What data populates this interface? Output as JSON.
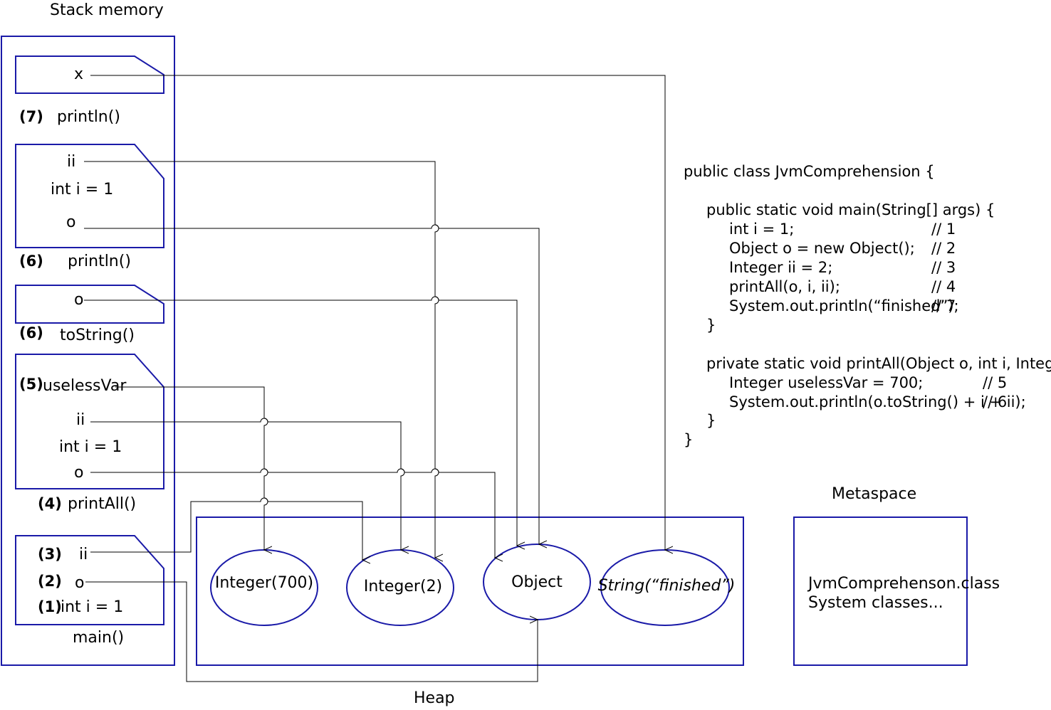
{
  "stack": {
    "title": "Stack memory",
    "frames": {
      "x_var": "x",
      "println_label": "println()",
      "println_step": "(7)",
      "println2_label": "println()",
      "println2_step": "(6)",
      "println2_ii": "ii",
      "println2_int": "int i = 1",
      "println2_o": "o",
      "tostring_o": "o",
      "tostring_step": "(6)",
      "tostring_label": "toString()",
      "printall_step_useless": "(5)",
      "printall_useless": "uselessVar",
      "printall_ii": "ii",
      "printall_int": "int i = 1",
      "printall_o": "o",
      "printall_step": "(4)",
      "printall_label": "printAll()",
      "main_step_ii": "(3)",
      "main_ii": "ii",
      "main_step_o": "(2)",
      "main_o": "o",
      "main_step_int": "(1)",
      "main_int": "int i = 1",
      "main_label": "main()"
    }
  },
  "heap": {
    "title": "Heap",
    "objects": [
      "Integer(700)",
      "Integer(2)",
      "Object",
      "String(“finished”)"
    ]
  },
  "metaspace": {
    "title": "Metaspace",
    "lines": [
      "JvmComprehenson.class",
      "System classes..."
    ]
  },
  "code": {
    "lines": [
      "public class JvmComprehension {",
      "public static void main(String[] args) {",
      "int i = 1;",
      "// 1",
      "Object o = new Object();",
      "// 2",
      "Integer ii = 2;",
      "// 3",
      "printAll(o, i, ii);",
      "// 4",
      "System.out.println(“finished”);",
      "// 7",
      "}",
      "private static void printAll(Object o, int i, Integer ii) {",
      "Integer uselessVar = 700;",
      "// 5",
      "System.out.println(o.toString() + i + ii);",
      "// 6",
      "}",
      "}"
    ]
  },
  "colors": {
    "frame": "#1a1aa8",
    "wire": "#000000"
  }
}
